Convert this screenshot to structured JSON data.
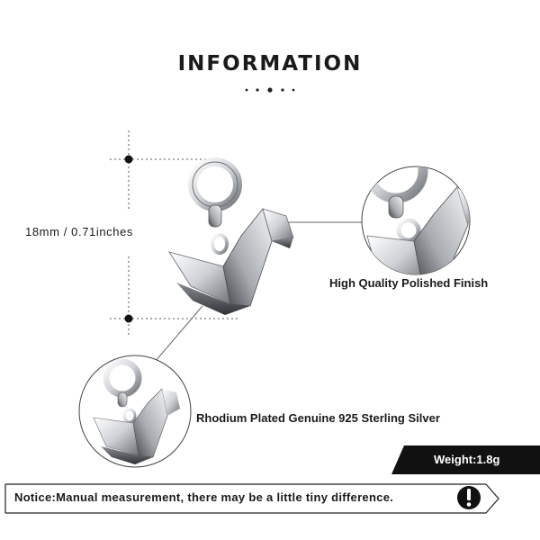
{
  "header": {
    "title": "INFORMATION"
  },
  "dimension": {
    "label": "18mm / 0.71inches"
  },
  "features": {
    "polish": "High Quality Polished Finish",
    "material": "Rhodium Plated Genuine 925 Sterling Silver"
  },
  "weight": {
    "label": "Weight:1.8g"
  },
  "notice": {
    "text": "Notice:Manual measurement, there may be a little tiny difference."
  },
  "icons": {
    "notice": "exclamation-icon",
    "product": "origami-swan-charm"
  },
  "colors": {
    "badge": "#111111",
    "text": "#1a1a1a",
    "silver": "#c9ccd0"
  }
}
